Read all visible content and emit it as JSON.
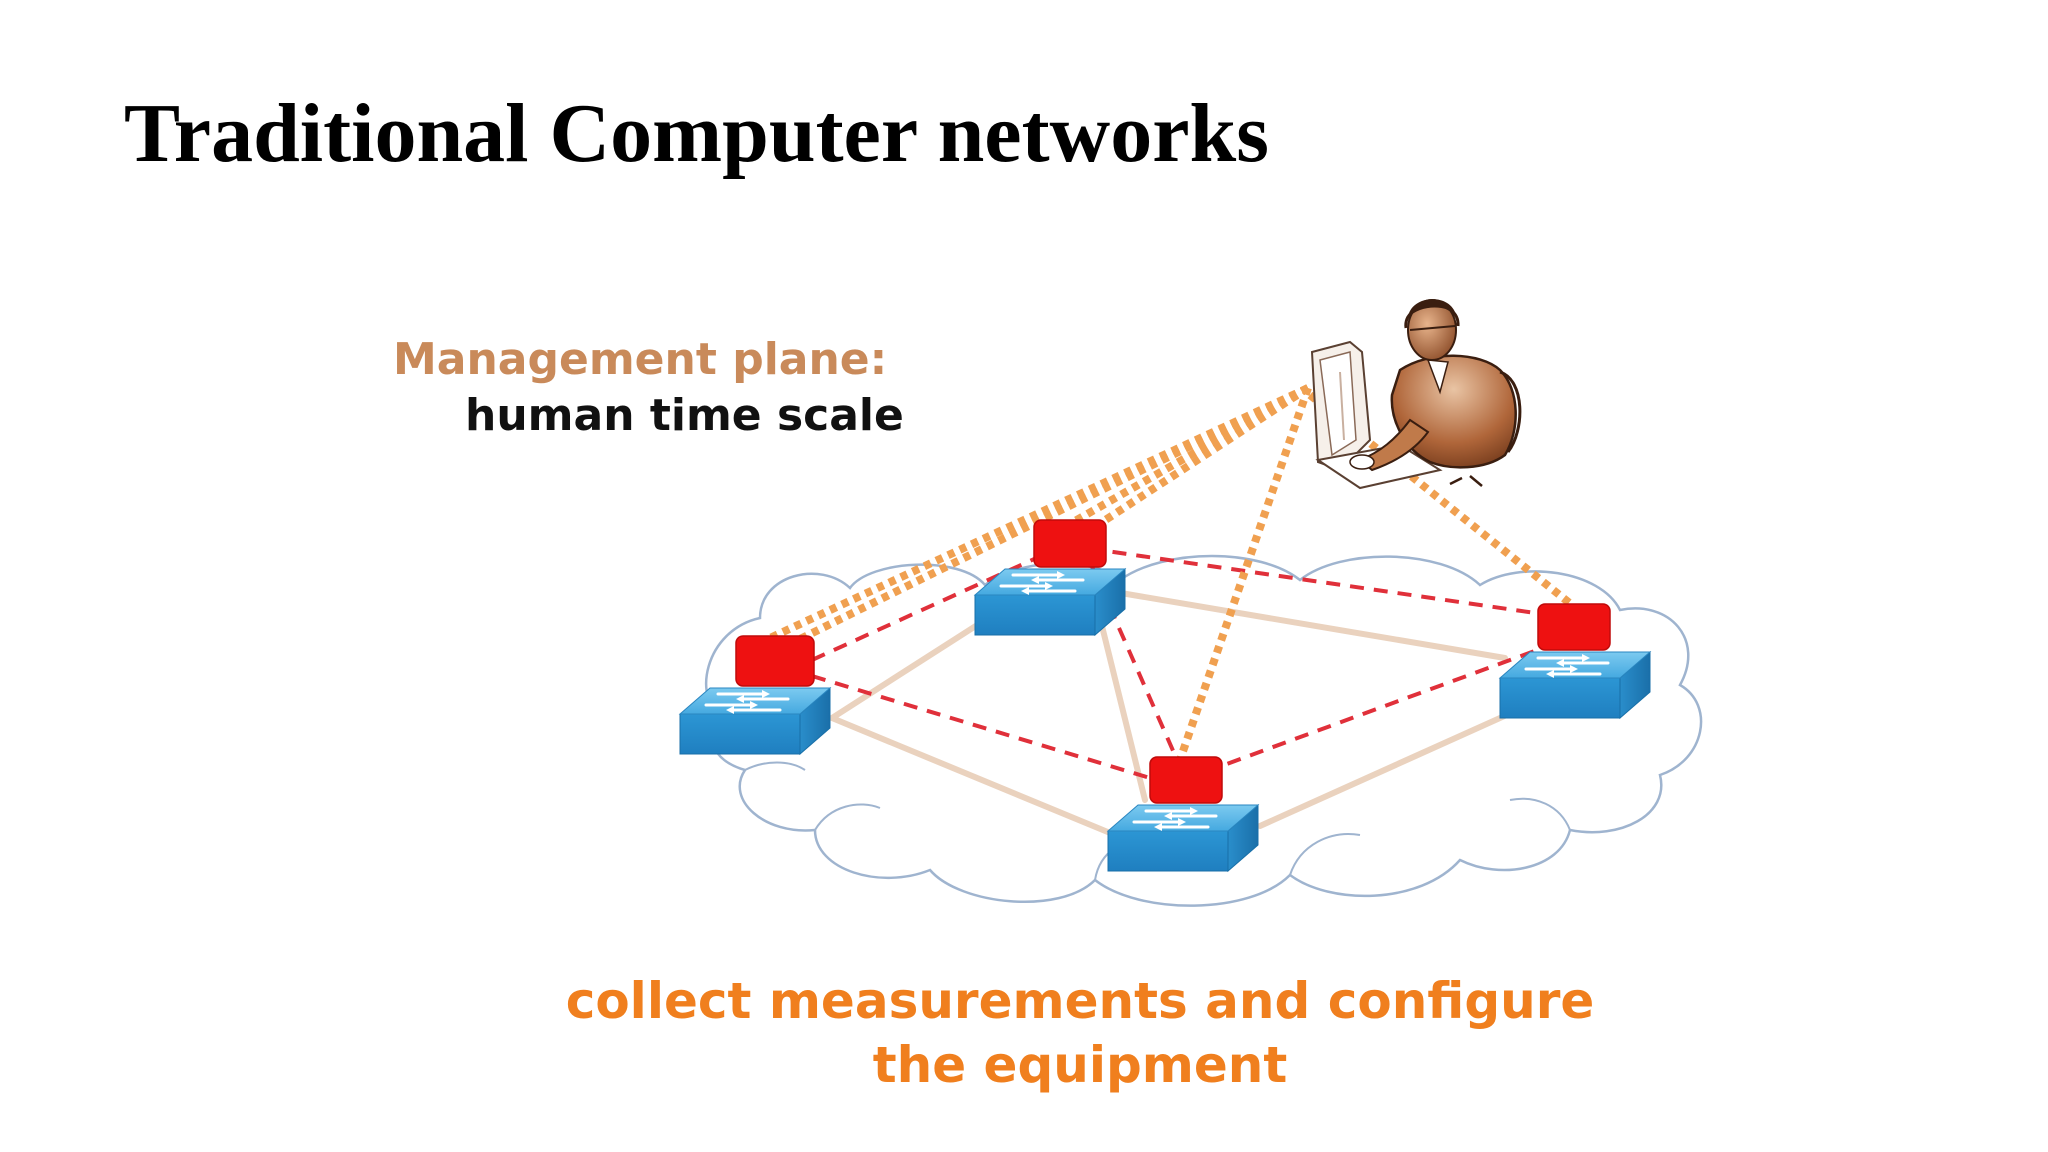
{
  "slide": {
    "title": "Traditional Computer networks"
  },
  "diagram": {
    "management_label": "Management plane:",
    "timescale_label": "human time scale",
    "caption_line1": "collect measurements and configure",
    "caption_line2": "the equipment",
    "colors": {
      "management_label": "#c98a5a",
      "timescale_label": "#111111",
      "caption": "#f07f1e",
      "management_links": "#f0a050",
      "control_links": "#e0303a",
      "physical_links": "#ead2be",
      "switch_face": "#2f9ad6",
      "switch_top": "#5ab8e8",
      "controller_box": "#ee1111",
      "cloud_outline": "#9fb4cf"
    },
    "icons": [
      "operator-person-icon",
      "switch-icon",
      "control-box-icon",
      "cloud-icon"
    ]
  }
}
